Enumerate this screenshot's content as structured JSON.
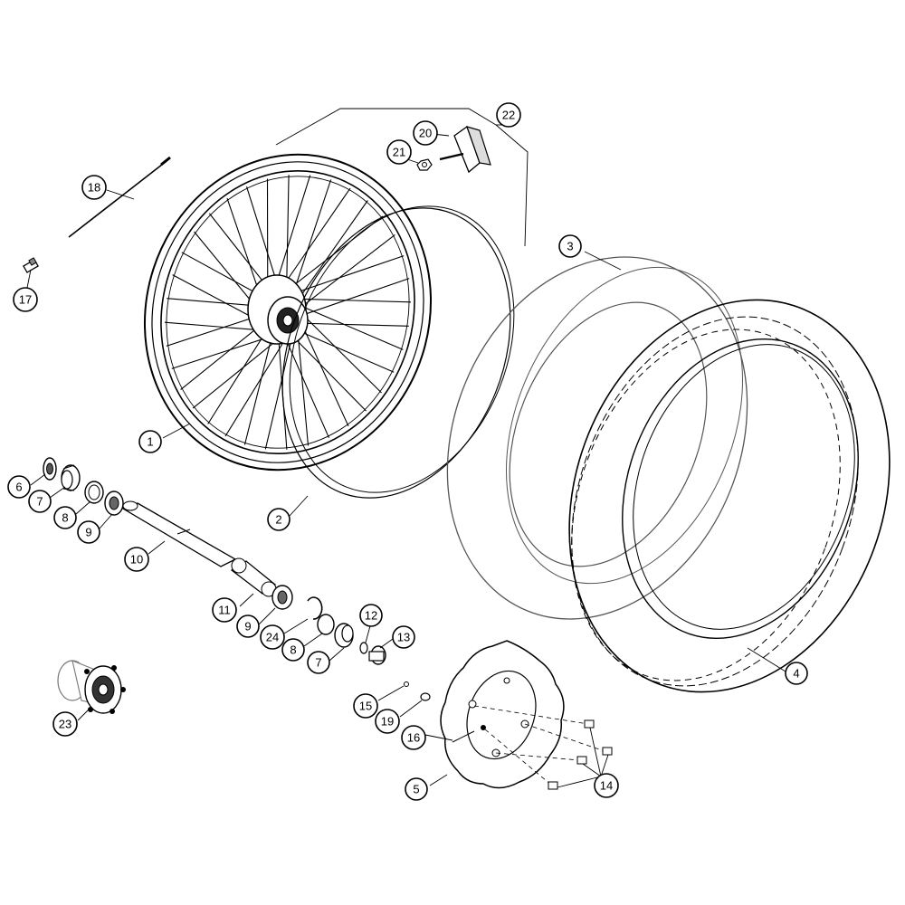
{
  "diagram": {
    "colors": {
      "line": "#000000",
      "background": "#ffffff",
      "muted": "#777777"
    },
    "callouts": [
      {
        "id": "c1",
        "label": "1"
      },
      {
        "id": "c2",
        "label": "2"
      },
      {
        "id": "c3",
        "label": "3"
      },
      {
        "id": "c4",
        "label": "4"
      },
      {
        "id": "c5",
        "label": "5"
      },
      {
        "id": "c6",
        "label": "6"
      },
      {
        "id": "c7a",
        "label": "7"
      },
      {
        "id": "c7b",
        "label": "7"
      },
      {
        "id": "c8a",
        "label": "8"
      },
      {
        "id": "c8b",
        "label": "8"
      },
      {
        "id": "c9a",
        "label": "9"
      },
      {
        "id": "c9b",
        "label": "9"
      },
      {
        "id": "c10",
        "label": "10"
      },
      {
        "id": "c11",
        "label": "11"
      },
      {
        "id": "c12",
        "label": "12"
      },
      {
        "id": "c13",
        "label": "13"
      },
      {
        "id": "c14",
        "label": "14"
      },
      {
        "id": "c15",
        "label": "15"
      },
      {
        "id": "c16",
        "label": "16"
      },
      {
        "id": "c17",
        "label": "17"
      },
      {
        "id": "c18",
        "label": "18"
      },
      {
        "id": "c19",
        "label": "19"
      },
      {
        "id": "c20",
        "label": "20"
      },
      {
        "id": "c21",
        "label": "21"
      },
      {
        "id": "c22",
        "label": "22"
      },
      {
        "id": "c23",
        "label": "23"
      },
      {
        "id": "c24",
        "label": "24"
      }
    ]
  }
}
